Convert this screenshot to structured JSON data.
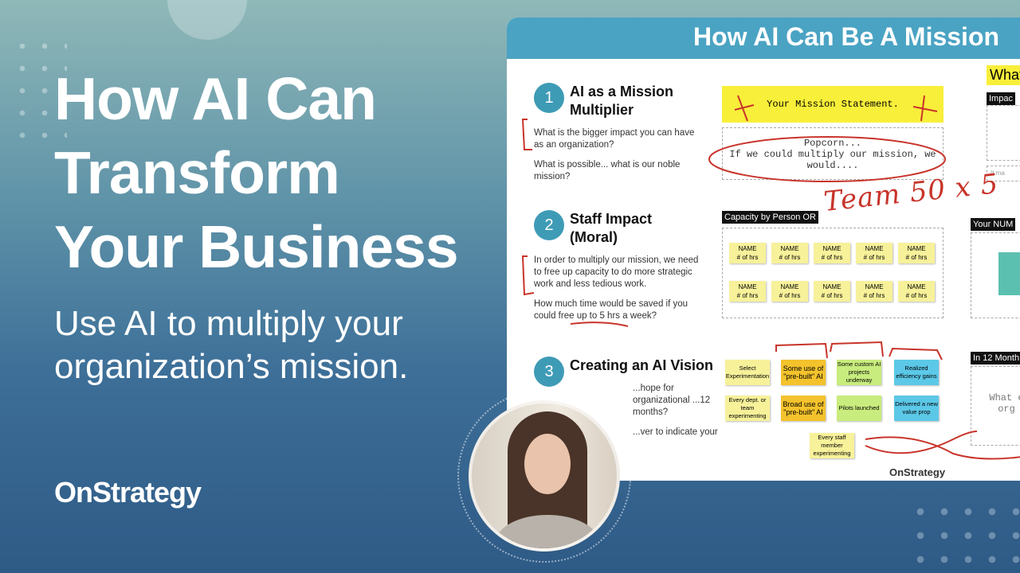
{
  "headline": [
    "How AI Can",
    "Transform",
    "Your Business"
  ],
  "subtitle": [
    "Use AI to multiply your",
    "organization’s mission."
  ],
  "brand": "OnStrategy",
  "slide": {
    "title": "How AI Can Be A Mission",
    "sections": [
      {
        "num": "1",
        "title": "AI as a Mission Multiplier",
        "p1": "What is the bigger impact you can have as an organization?",
        "p2": "What is possible... what is our noble mission?"
      },
      {
        "num": "2",
        "title": "Staff Impact (Moral)",
        "p1": "In order to multiply our mission, we need to free up capacity to do more strategic work and less tedious work.",
        "p2": "How much time would be saved if you could free up to 5 hrs a week?"
      },
      {
        "num": "3",
        "title": "Creating an AI Vision",
        "p1": "...hope for organizational ...12 months?",
        "p2": "...ver to indicate your"
      }
    ],
    "mission_statement": "Your Mission Statement.",
    "popcorn": "Popcorn...",
    "popcorn_text": "If we could multiply our mission, we would....",
    "capacity_label": "Capacity by Person OR",
    "name_note": {
      "name": "NAME",
      "hrs": "# of hrs"
    },
    "right_labels": {
      "what": "What",
      "impact": "Impac",
      "it_ma": "It ma",
      "your_num": "Your NUM",
      "in12": "In 12 Month",
      "what_e": "What e",
      "org": "org"
    },
    "stickies": [
      {
        "text": "Select Experimentation",
        "color": "yl"
      },
      {
        "text": "Some use of \"pre-built\" AI",
        "color": "or"
      },
      {
        "text": "Some custom AI projects underway",
        "color": "gr"
      },
      {
        "text": "Realized efficiency gains",
        "color": "bl"
      },
      {
        "text": "Every dept. or team experimenting",
        "color": "yl"
      },
      {
        "text": "Broad use of \"pre-built\" AI",
        "color": "or"
      },
      {
        "text": "Pilots launched",
        "color": "gr"
      },
      {
        "text": "Delivered a new value prop",
        "color": "bl"
      },
      {
        "text": "Every staff member experimenting",
        "color": "yl"
      }
    ],
    "annotation": "Team 50 x 5",
    "brand": "OnStrategy"
  },
  "colors": {
    "slide_header": "#4aa3c3",
    "ink": "#c8342a",
    "mission_yellow": "#f8ef3a"
  }
}
